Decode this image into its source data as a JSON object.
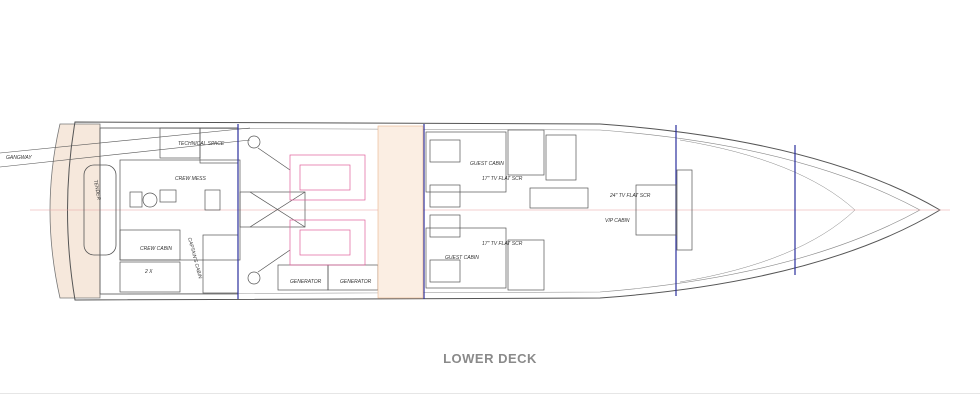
{
  "title": "LOWER DECK",
  "labels": {
    "gangway": "GANGWAY",
    "tender": "TENDER",
    "technical_space": "TECHNICAL SPACE",
    "crew_mess": "CREW MESS",
    "crew_cabin": "CREW CABIN",
    "captains_cabin": "CAPTAIN'S CABIN",
    "two_x": "2 X",
    "generator_1": "GENERATOR",
    "generator_2": "GENERATOR",
    "guest_cabin_1": "GUEST CABIN",
    "guest_cabin_2": "GUEST CABIN",
    "tv_1": "17\" TV FLAT SCR",
    "tv_2": "17\" TV FLAT SCR",
    "tv_vip": "24\" TV FLAT SCR",
    "vip_cabin": "VIP CABIN"
  },
  "colors": {
    "line": "#555555",
    "engine": "#e0609a",
    "bulkhead": "#2b2f9e",
    "centerline": "#e8a0a0",
    "hatch": "#e8b38a",
    "stern": "#f6e8dc"
  }
}
